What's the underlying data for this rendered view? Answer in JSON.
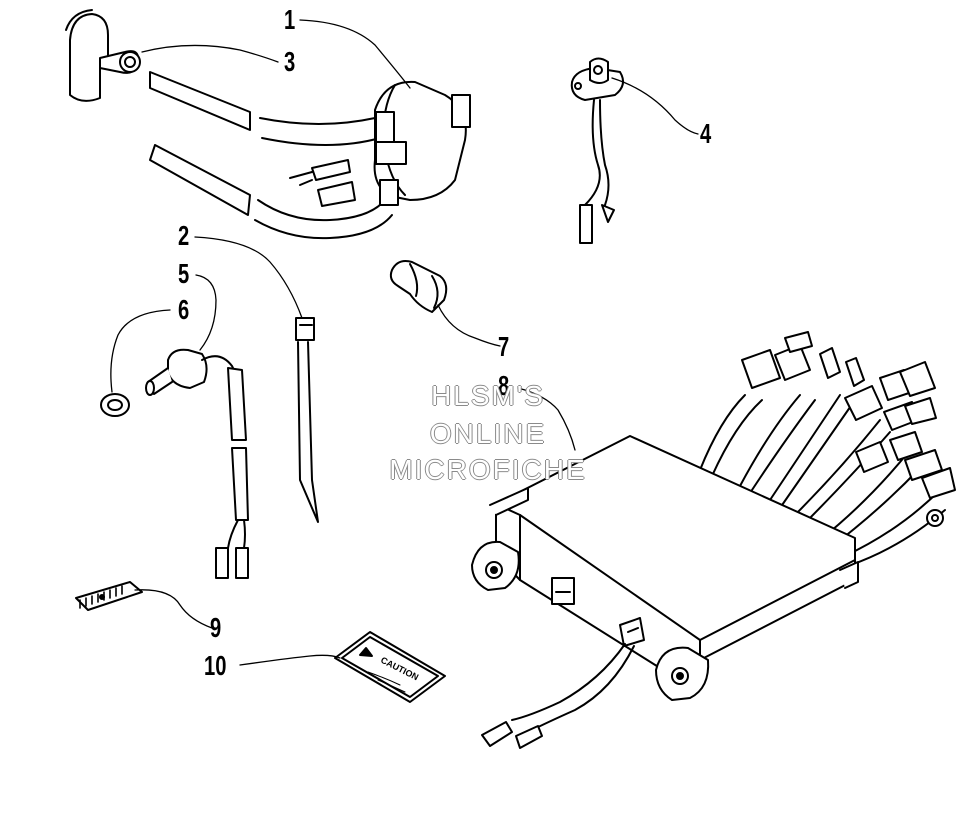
{
  "callouts": {
    "c1": "1",
    "c2": "2",
    "c3": "3",
    "c4": "4",
    "c5": "5",
    "c6": "6",
    "c7": "7",
    "c8": "8",
    "c9": "9",
    "c10": "10"
  },
  "watermark": {
    "line1": "HLSM'S",
    "line2": "ONLINE",
    "line3": "MICROFICHE"
  },
  "decal": {
    "text": "CAUTION"
  }
}
